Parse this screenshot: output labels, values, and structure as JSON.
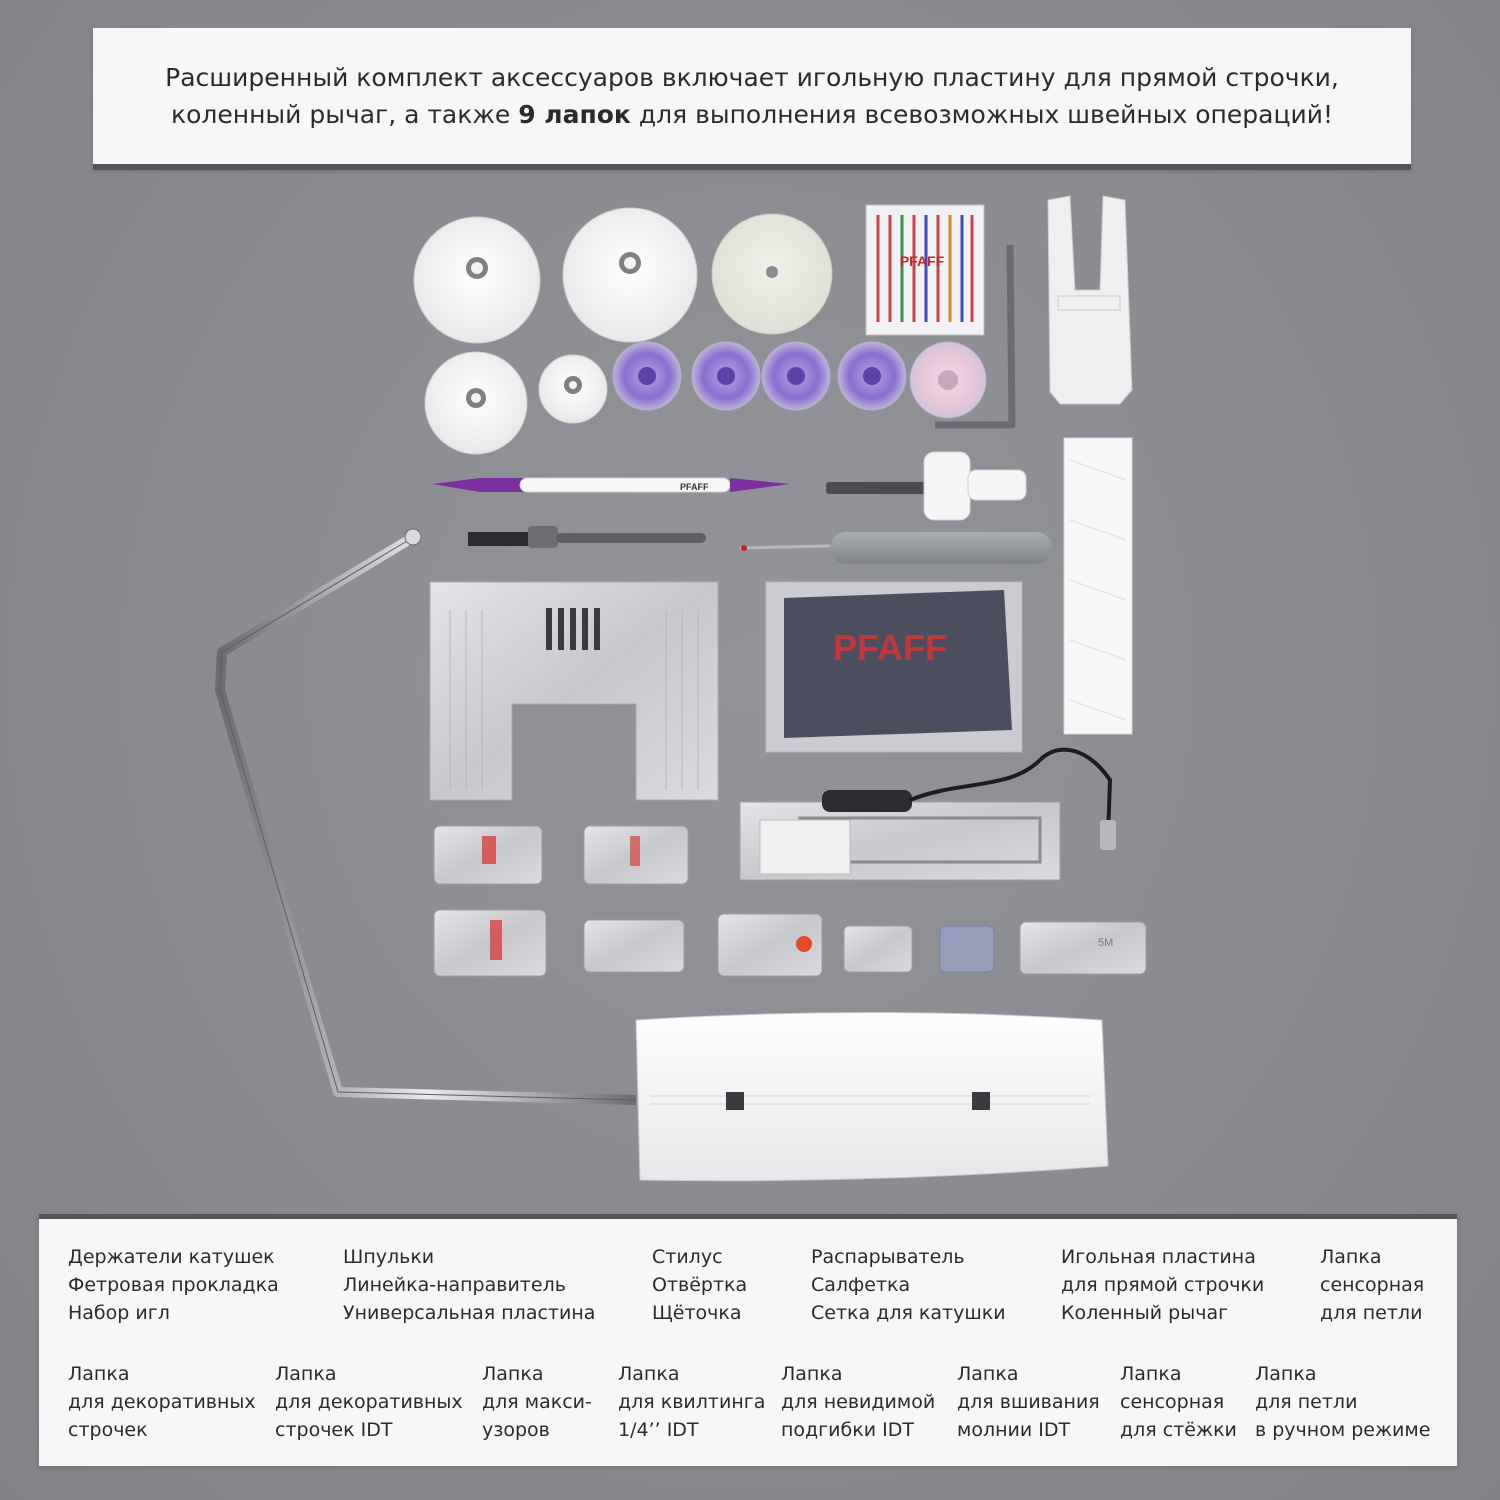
{
  "header": {
    "text_before": "Расширенный комплект аксессуаров включает игольную пластину для прямой строчки, коленный рычаг, а также ",
    "text_bold": "9 лапок",
    "text_after": " для выполнения всевозможных швейных операций!"
  },
  "illustration": {
    "needle_pack_brand": "PFAFF",
    "stylus_brand": "PFAFF",
    "cloth_brand": "PFAFF",
    "foot_mark": "5M"
  },
  "legend": {
    "row1": [
      {
        "lines": [
          "Держатели катушек",
          "Фетровая прокладка",
          "Набор игл"
        ]
      },
      {
        "lines": [
          "Шпульки",
          "Линейка-направитель",
          "Универсальная пластина"
        ]
      },
      {
        "lines": [
          "Стилус",
          "Отвёртка",
          "Щёточка"
        ]
      },
      {
        "lines": [
          "Распарыватель",
          "Салфетка",
          "Сетка для катушки"
        ]
      },
      {
        "lines": [
          "Игольная пластина",
          "для прямой строчки",
          "Коленный рычаг"
        ]
      },
      {
        "lines": [
          "Лапка",
          "сенсорная",
          "для петли"
        ]
      }
    ],
    "row2": [
      {
        "lines": [
          "Лапка",
          "для декоративных",
          "строчек"
        ]
      },
      {
        "lines": [
          "Лапка",
          "для декоративных",
          "строчек IDT"
        ]
      },
      {
        "lines": [
          "Лапка",
          "для макси-",
          "узоров"
        ]
      },
      {
        "lines": [
          "Лапка",
          "для квилтинга",
          "1/4’’ IDT"
        ]
      },
      {
        "lines": [
          "Лапка",
          "для невидимой",
          "подгибки IDT"
        ]
      },
      {
        "lines": [
          "Лапка",
          "для вшивания",
          "молнии IDT"
        ]
      },
      {
        "lines": [
          "Лапка",
          "сенсорная",
          "для стёжки"
        ]
      },
      {
        "lines": [
          "Лапка",
          "для петли",
          "в ручном режиме"
        ]
      }
    ]
  }
}
